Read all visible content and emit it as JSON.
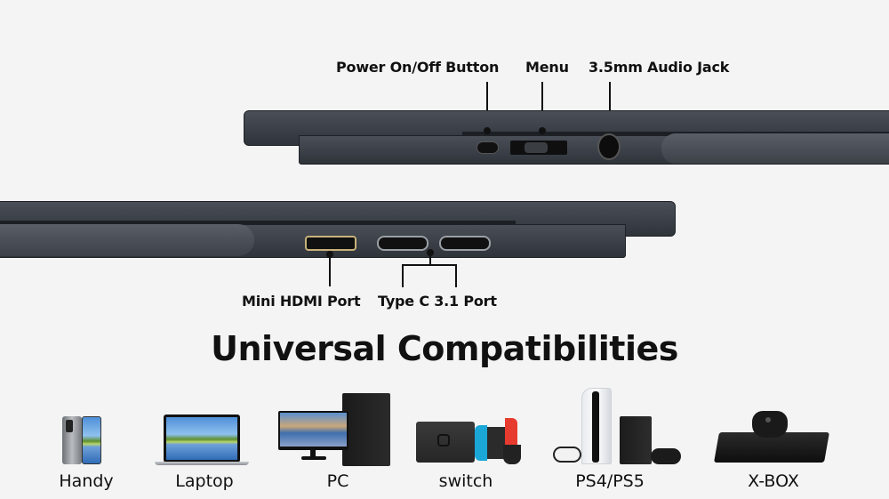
{
  "top_view": {
    "labels": {
      "power": "Power On/Off Button",
      "menu": "Menu",
      "audio": "3.5mm Audio Jack"
    }
  },
  "bottom_view": {
    "labels": {
      "hdmi": "Mini HDMI Port",
      "typec": "Type C 3.1 Port"
    }
  },
  "section": {
    "title": "Universal Compatibilities"
  },
  "devices": [
    {
      "label": "Handy",
      "icon": "smartphone-icon"
    },
    {
      "label": "Laptop",
      "icon": "laptop-icon"
    },
    {
      "label": "PC",
      "icon": "desktop-pc-icon"
    },
    {
      "label": "switch",
      "icon": "nintendo-switch-icon"
    },
    {
      "label": "PS4/PS5",
      "icon": "playstation-icon"
    },
    {
      "label": "X-BOX",
      "icon": "xbox-icon"
    }
  ],
  "colors": {
    "background": "#f4f4f4",
    "device_body": "#3a3e45",
    "text": "#111111",
    "hdmi_accent": "#c8b27a"
  }
}
